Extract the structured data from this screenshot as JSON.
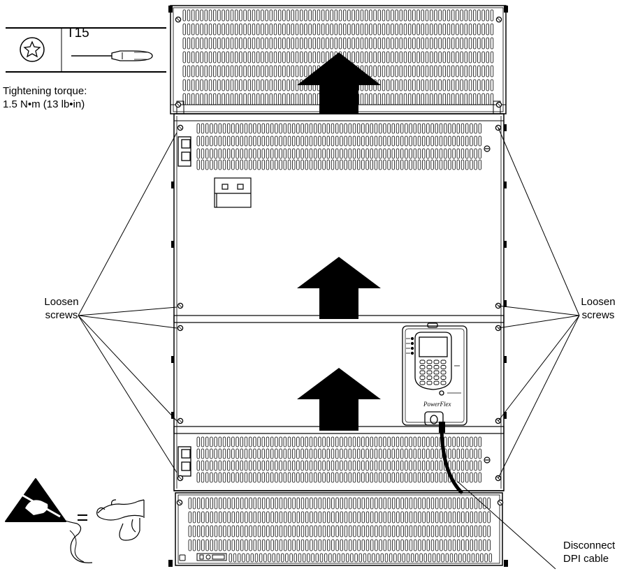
{
  "tool": {
    "bit_label": "T15",
    "torque_title": "Tightening torque:",
    "torque_value": "1.5 N•m (13 lb•in)"
  },
  "callouts": {
    "loosen_left_line1": "Loosen",
    "loosen_left_line2": "screws",
    "loosen_right_line1": "Loosen",
    "loosen_right_line2": "screws",
    "dpi_line1": "Disconnect",
    "dpi_line2": "DPI cable"
  },
  "hmi": {
    "brand_text": "PowerFlex"
  },
  "colors": {
    "line": "#000000",
    "background": "#ffffff",
    "arrow_fill": "#000000"
  },
  "icons": [
    "torx-icon",
    "screwdriver-icon",
    "esd-warning-icon",
    "wrist-strap-icon"
  ]
}
